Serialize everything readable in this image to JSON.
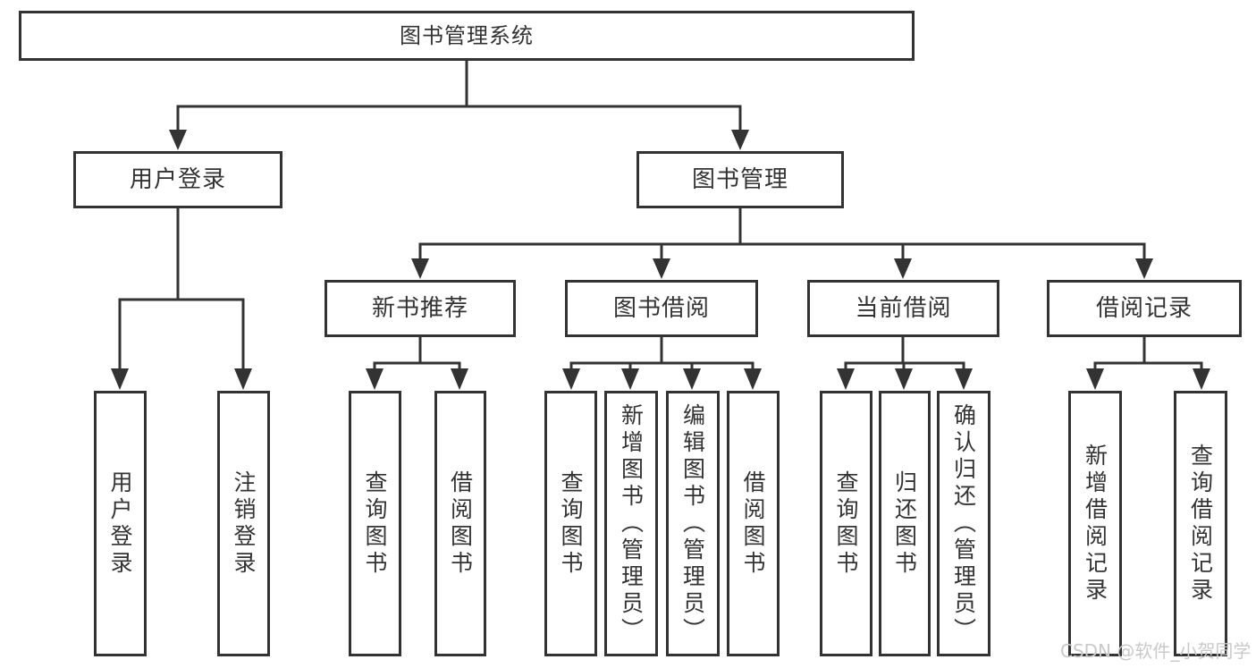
{
  "diagram_title": "图书管理系统",
  "colors": {
    "line": "#333333",
    "text": "#333333",
    "box_background": "#ffffff",
    "watermark": "#c9c9c9"
  },
  "root": {
    "label": "图书管理系统",
    "children": [
      {
        "label": "用户登录",
        "children": [
          {
            "label": "用户登录"
          },
          {
            "label": "注销登录"
          }
        ]
      },
      {
        "label": "图书管理",
        "children": [
          {
            "label": "新书推荐",
            "children": [
              {
                "label": "查询图书"
              },
              {
                "label": "借阅图书"
              }
            ]
          },
          {
            "label": "图书借阅",
            "children": [
              {
                "label": "查询图书"
              },
              {
                "label": "新增图书（管理员）"
              },
              {
                "label": "编辑图书（管理员）"
              },
              {
                "label": "借阅图书"
              }
            ]
          },
          {
            "label": "当前借阅",
            "children": [
              {
                "label": "查询图书"
              },
              {
                "label": "归还图书"
              },
              {
                "label": "确认归还（管理员）"
              }
            ]
          },
          {
            "label": "借阅记录",
            "children": [
              {
                "label": "新增借阅记录"
              },
              {
                "label": "查询借阅记录"
              }
            ]
          }
        ]
      }
    ]
  },
  "watermark": "CSDN @软件_小贺同学"
}
